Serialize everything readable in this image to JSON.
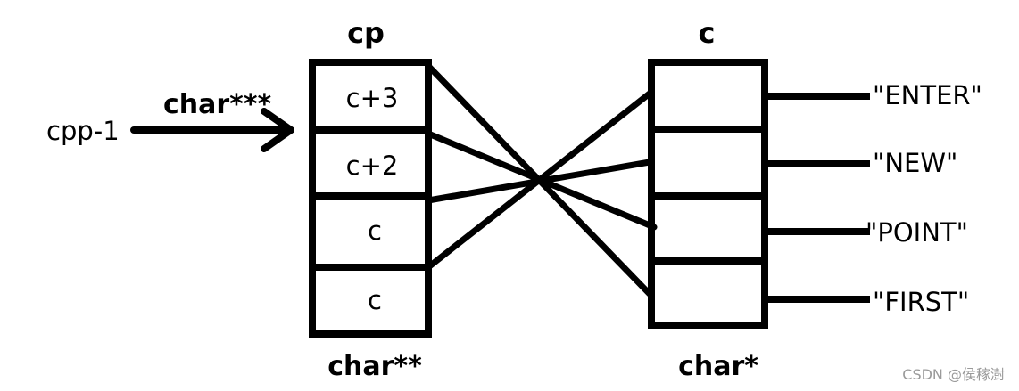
{
  "cp_array": {
    "title": "cp",
    "type_label": "char**",
    "cells": [
      "c+3",
      "c+2",
      "c",
      "c"
    ]
  },
  "c_array": {
    "title": "c",
    "type_label": "char*",
    "strings": [
      "\"ENTER\"",
      "\"NEW\"",
      "\"POINT\"",
      "\"FIRST\""
    ]
  },
  "pointer": {
    "name": "cpp-1",
    "type_label": "char***"
  },
  "watermark": "CSDN @侯稼澍"
}
